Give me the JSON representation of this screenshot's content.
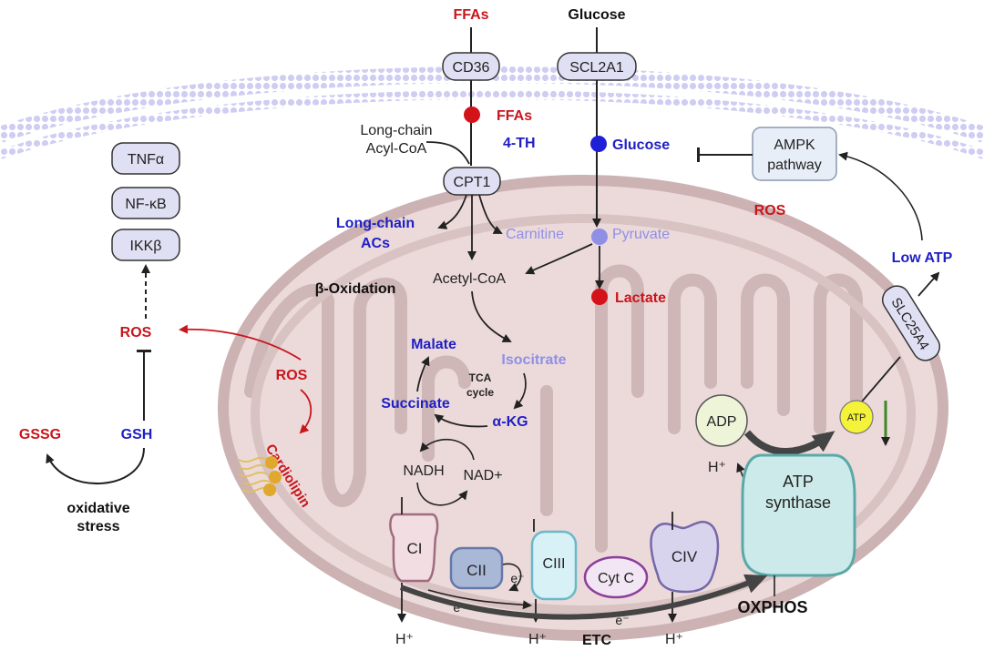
{
  "colors": {
    "red": "#c8161d",
    "blue": "#1f1fc4",
    "lightblue": "#8f8fe6",
    "black": "#222222",
    "green": "#3a8a28",
    "membrane": "#c8c6ef",
    "mito_fill": "#e6d3d3",
    "mito_edge": "#c9adad"
  },
  "top": {
    "ffas": "FFAs",
    "glucose": "Glucose",
    "cd36": "CD36",
    "scl2a1": "SCL2A1"
  },
  "cytoplasm": {
    "ffas_dot": "FFAs",
    "long_chain_line1": "Long-chain",
    "long_chain_line2": "Acyl-CoA",
    "four_th": "4-TH",
    "glucose_dot": "Glucose",
    "ampk_line1": "AMPK",
    "ampk_line2": "pathway",
    "ros_top": "ROS",
    "low_atp": "Low ATP"
  },
  "left": {
    "tnfa": "TNFα",
    "nfkb": "NF-κB",
    "ikkb": "IKKβ",
    "ros_upper": "ROS",
    "ros_lower": "ROS",
    "gssg": "GSSG",
    "gsh": "GSH",
    "stress_line1": "oxidative",
    "stress_line2": "stress",
    "cardiolipin": "Cardiolipin"
  },
  "mito": {
    "cpt1": "CPT1",
    "lcacs_line1": "Long-chain",
    "lcacs_line2": "ACs",
    "carnitine": "Carnitine",
    "pyruvate": "Pyruvate",
    "lactate": "Lactate",
    "beta_ox": "β-Oxidation",
    "acetyl_coa": "Acetyl-CoA",
    "malate": "Malate",
    "isocitrate": "Isocitrate",
    "tca_line1": "TCA",
    "tca_line2": "cycle",
    "succinate": "Succinate",
    "akg": "α-KG",
    "nadh": "NADH",
    "nad": "NAD+",
    "slc25a4": "SLC25A4",
    "adp": "ADP",
    "atp": "ATP",
    "atp_synthase_line1": "ATP",
    "atp_synthase_line2": "synthase",
    "hplus_synthase": "H⁺"
  },
  "etc": {
    "ci": "CI",
    "cii": "CII",
    "ciii": "CIII",
    "cytc": "Cyt C",
    "civ": "CIV",
    "electron": "e⁻",
    "hplus": "H⁺",
    "etc_label": "ETC",
    "oxphos": "OXPHOS"
  }
}
